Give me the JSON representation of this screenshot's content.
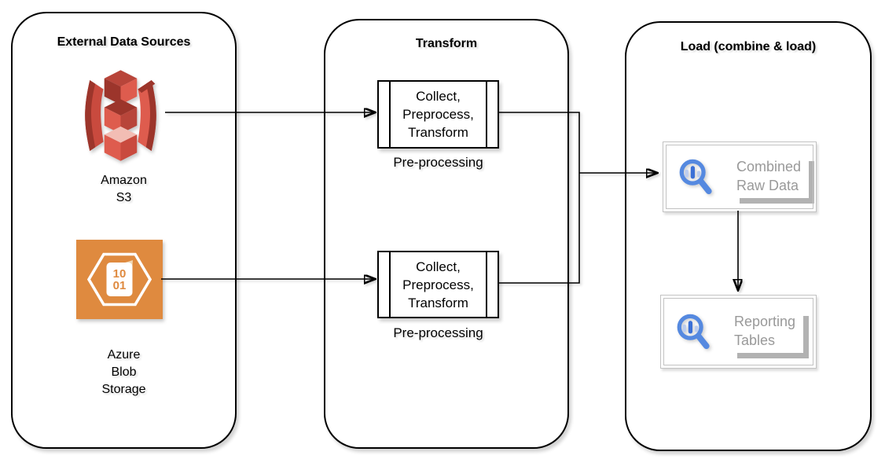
{
  "colors": {
    "line": "#000000",
    "s3_red": "#C94A3E",
    "s3_red_bright": "#DE5C4E",
    "s3_red_medium": "#B8453A",
    "s3_red_dark": "#9C352B",
    "s3_highlight": "#F2BDB4",
    "azure_orange": "#DF8A3F",
    "magnifier_blue": "#5589E0",
    "magnifier_bar_blue": "#3B70D6",
    "magnifier_faint_blue": "#BCCDEF",
    "muted_label_gray": "#999999",
    "preview_border_gray": "#C2C2C2",
    "label_shadow_gray": "#B2B2B2"
  },
  "lanes": {
    "external": {
      "title": "External Data Sources"
    },
    "transform": {
      "title": "Transform"
    },
    "load": {
      "title": "Load (combine & load)"
    }
  },
  "sources": {
    "s3": {
      "icon": "amazon-s3-icon",
      "label": "Amazon\nS3"
    },
    "azure": {
      "icon": "azure-blob-storage-icon",
      "label": "Azure\nBlob\nStorage",
      "binary_top": "10",
      "binary_bottom": "01"
    }
  },
  "transform_steps": {
    "top": {
      "label": "Collect,\nPreprocess,\nTransform",
      "caption": "Pre-processing"
    },
    "bottom": {
      "label": "Collect,\nPreprocess,\nTransform",
      "caption": "Pre-processing"
    }
  },
  "load_items": {
    "combined": {
      "icon": "magnifier-chart-icon",
      "label": "Combined\nRaw Data"
    },
    "reporting": {
      "icon": "magnifier-chart-icon",
      "label": "Reporting\nTables"
    }
  }
}
